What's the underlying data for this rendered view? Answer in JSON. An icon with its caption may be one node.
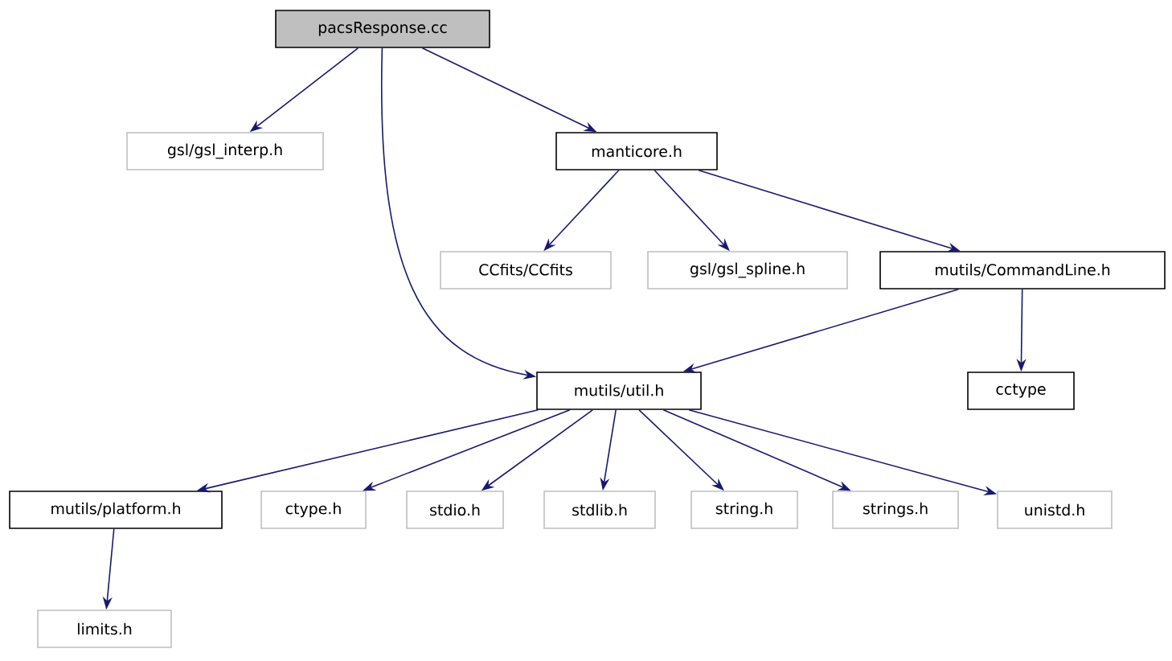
{
  "diagram": {
    "nodes": [
      {
        "text": [
          "pacsResponse.cc"
        ]
      },
      {
        "text": [
          "gsl/gsl_interp.h"
        ]
      },
      {
        "text": [
          "manticore.h"
        ]
      },
      {
        "text": [
          "CCfits/CCfits"
        ]
      },
      {
        "text": [
          "gsl/gsl_spline.h"
        ]
      },
      {
        "text": [
          "mutils/CommandLine.h"
        ]
      },
      {
        "text": [
          "mutils/util.h"
        ]
      },
      {
        "text": [
          "cctype"
        ]
      },
      {
        "text": [
          "mutils/platform.h"
        ]
      },
      {
        "text": [
          "ctype.h"
        ]
      },
      {
        "text": [
          "stdio.h"
        ]
      },
      {
        "text": [
          "stdlib.h"
        ]
      },
      {
        "text": [
          "string.h"
        ]
      },
      {
        "text": [
          "strings.h"
        ]
      },
      {
        "text": [
          "unistd.h"
        ]
      },
      {
        "text": [
          "limits.h"
        ]
      }
    ],
    "edges": [
      {
        "from": 0,
        "to": 1,
        "arrow": "to"
      },
      {
        "from": 0,
        "to": 6,
        "arrow": "to"
      },
      {
        "from": 0,
        "to": 2,
        "arrow": "to"
      },
      {
        "from": 2,
        "to": 3,
        "arrow": "to"
      },
      {
        "from": 2,
        "to": 4,
        "arrow": "to"
      },
      {
        "from": 2,
        "to": 5,
        "arrow": "to"
      },
      {
        "from": 5,
        "to": 6,
        "arrow": "to"
      },
      {
        "from": 5,
        "to": 7,
        "arrow": "to"
      },
      {
        "from": 6,
        "to": 8,
        "arrow": "to"
      },
      {
        "from": 6,
        "to": 9,
        "arrow": "to"
      },
      {
        "from": 6,
        "to": 10,
        "arrow": "to"
      },
      {
        "from": 6,
        "to": 11,
        "arrow": "to"
      },
      {
        "from": 6,
        "to": 12,
        "arrow": "to"
      },
      {
        "from": 6,
        "to": 13,
        "arrow": "to"
      },
      {
        "from": 6,
        "to": 14,
        "arrow": "to"
      },
      {
        "from": 8,
        "to": 15,
        "arrow": "to"
      }
    ]
  }
}
